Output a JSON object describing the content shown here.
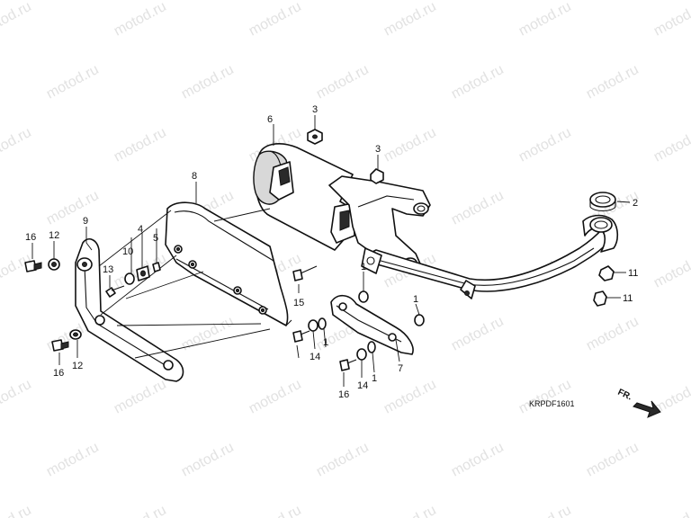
{
  "watermark": "motod.ru",
  "diagram_code": "KRPDF1601",
  "front_indicator": "FR.",
  "callouts": {
    "c1a": "1",
    "c1b": "1",
    "c1c": "1",
    "c1d": "1",
    "c2": "2",
    "c3a": "3",
    "c3b": "3",
    "c4": "4",
    "c5": "5",
    "c6": "6",
    "c7": "7",
    "c8": "8",
    "c9": "9",
    "c10": "10",
    "c11a": "11",
    "c11b": "11",
    "c12a": "12",
    "c12b": "12",
    "c13": "13",
    "c14a": "14",
    "c14b": "14",
    "c15": "15",
    "c16a": "16",
    "c16b": "16",
    "c16c": "16"
  }
}
